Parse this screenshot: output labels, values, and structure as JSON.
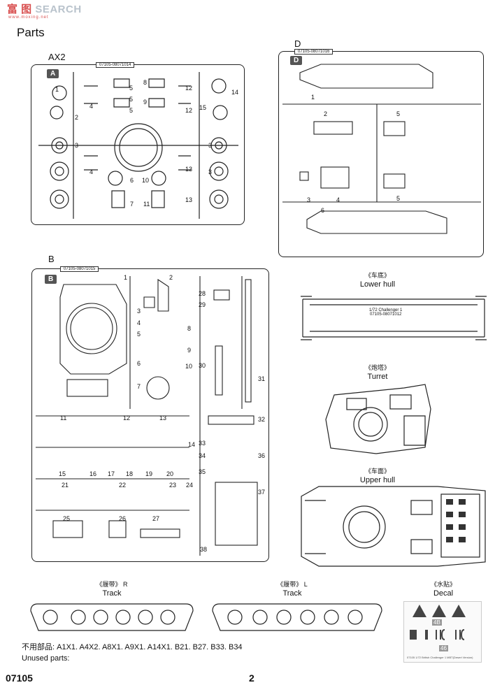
{
  "watermark": {
    "text": "SEARCH",
    "sub": "www.moxing.net"
  },
  "page_title": "Parts",
  "sprues": {
    "ax2": {
      "label": "AX2",
      "corner": "A",
      "code": "07105-08071014",
      "parts": [
        "1",
        "2",
        "3",
        "3",
        "3",
        "4",
        "4",
        "5",
        "5",
        "5",
        "6",
        "7",
        "8",
        "9",
        "10",
        "11",
        "12",
        "12",
        "13",
        "13",
        "14",
        "15"
      ]
    },
    "d": {
      "label": "D",
      "corner": "D",
      "code": "07105-08071016",
      "parts": [
        "1",
        "2",
        "3",
        "4",
        "5",
        "5",
        "6"
      ]
    },
    "b": {
      "label": "B",
      "corner": "B",
      "code": "07105-08071015",
      "parts": [
        "1",
        "2",
        "3",
        "4",
        "5",
        "6",
        "7",
        "8",
        "9",
        "10",
        "11",
        "12",
        "13",
        "14",
        "15",
        "16",
        "17",
        "18",
        "19",
        "20",
        "21",
        "22",
        "23",
        "24",
        "25",
        "26",
        "27",
        "28",
        "29",
        "30",
        "31",
        "32",
        "33",
        "34",
        "35",
        "36",
        "37",
        "38"
      ]
    }
  },
  "lower_hull": {
    "cn": "《车底》",
    "en": "Lower hull",
    "plate_title": "1/72 Challenger 1",
    "plate_code": "07105-08071012"
  },
  "turret": {
    "cn": "《炮塔》",
    "en": "Turret"
  },
  "upper_hull": {
    "cn": "《车面》",
    "en": "Upper hull"
  },
  "track_r": {
    "cn": "《履带》",
    "suffix": "R",
    "en": "Track"
  },
  "track_l": {
    "cn": "《履带》",
    "suffix": "L",
    "en": "Track"
  },
  "decal": {
    "cn": "《水贴》",
    "en": "Decal",
    "labels": [
      "4B",
      "46"
    ],
    "fine_print": "07105 1/72 British Challenger 1 MBT(Desert Version)"
  },
  "unused": {
    "cn_label": "不用部品:",
    "list": "A1X1. A4X2. A8X1. A9X1. A14X1. B21. B27. B33. B34",
    "en_label": "Unused parts:"
  },
  "footer": {
    "code": "07105",
    "page": "2"
  },
  "colors": {
    "line": "#222222",
    "watermark_red": "#d84f4f",
    "watermark_gray": "#b9c3cc"
  }
}
